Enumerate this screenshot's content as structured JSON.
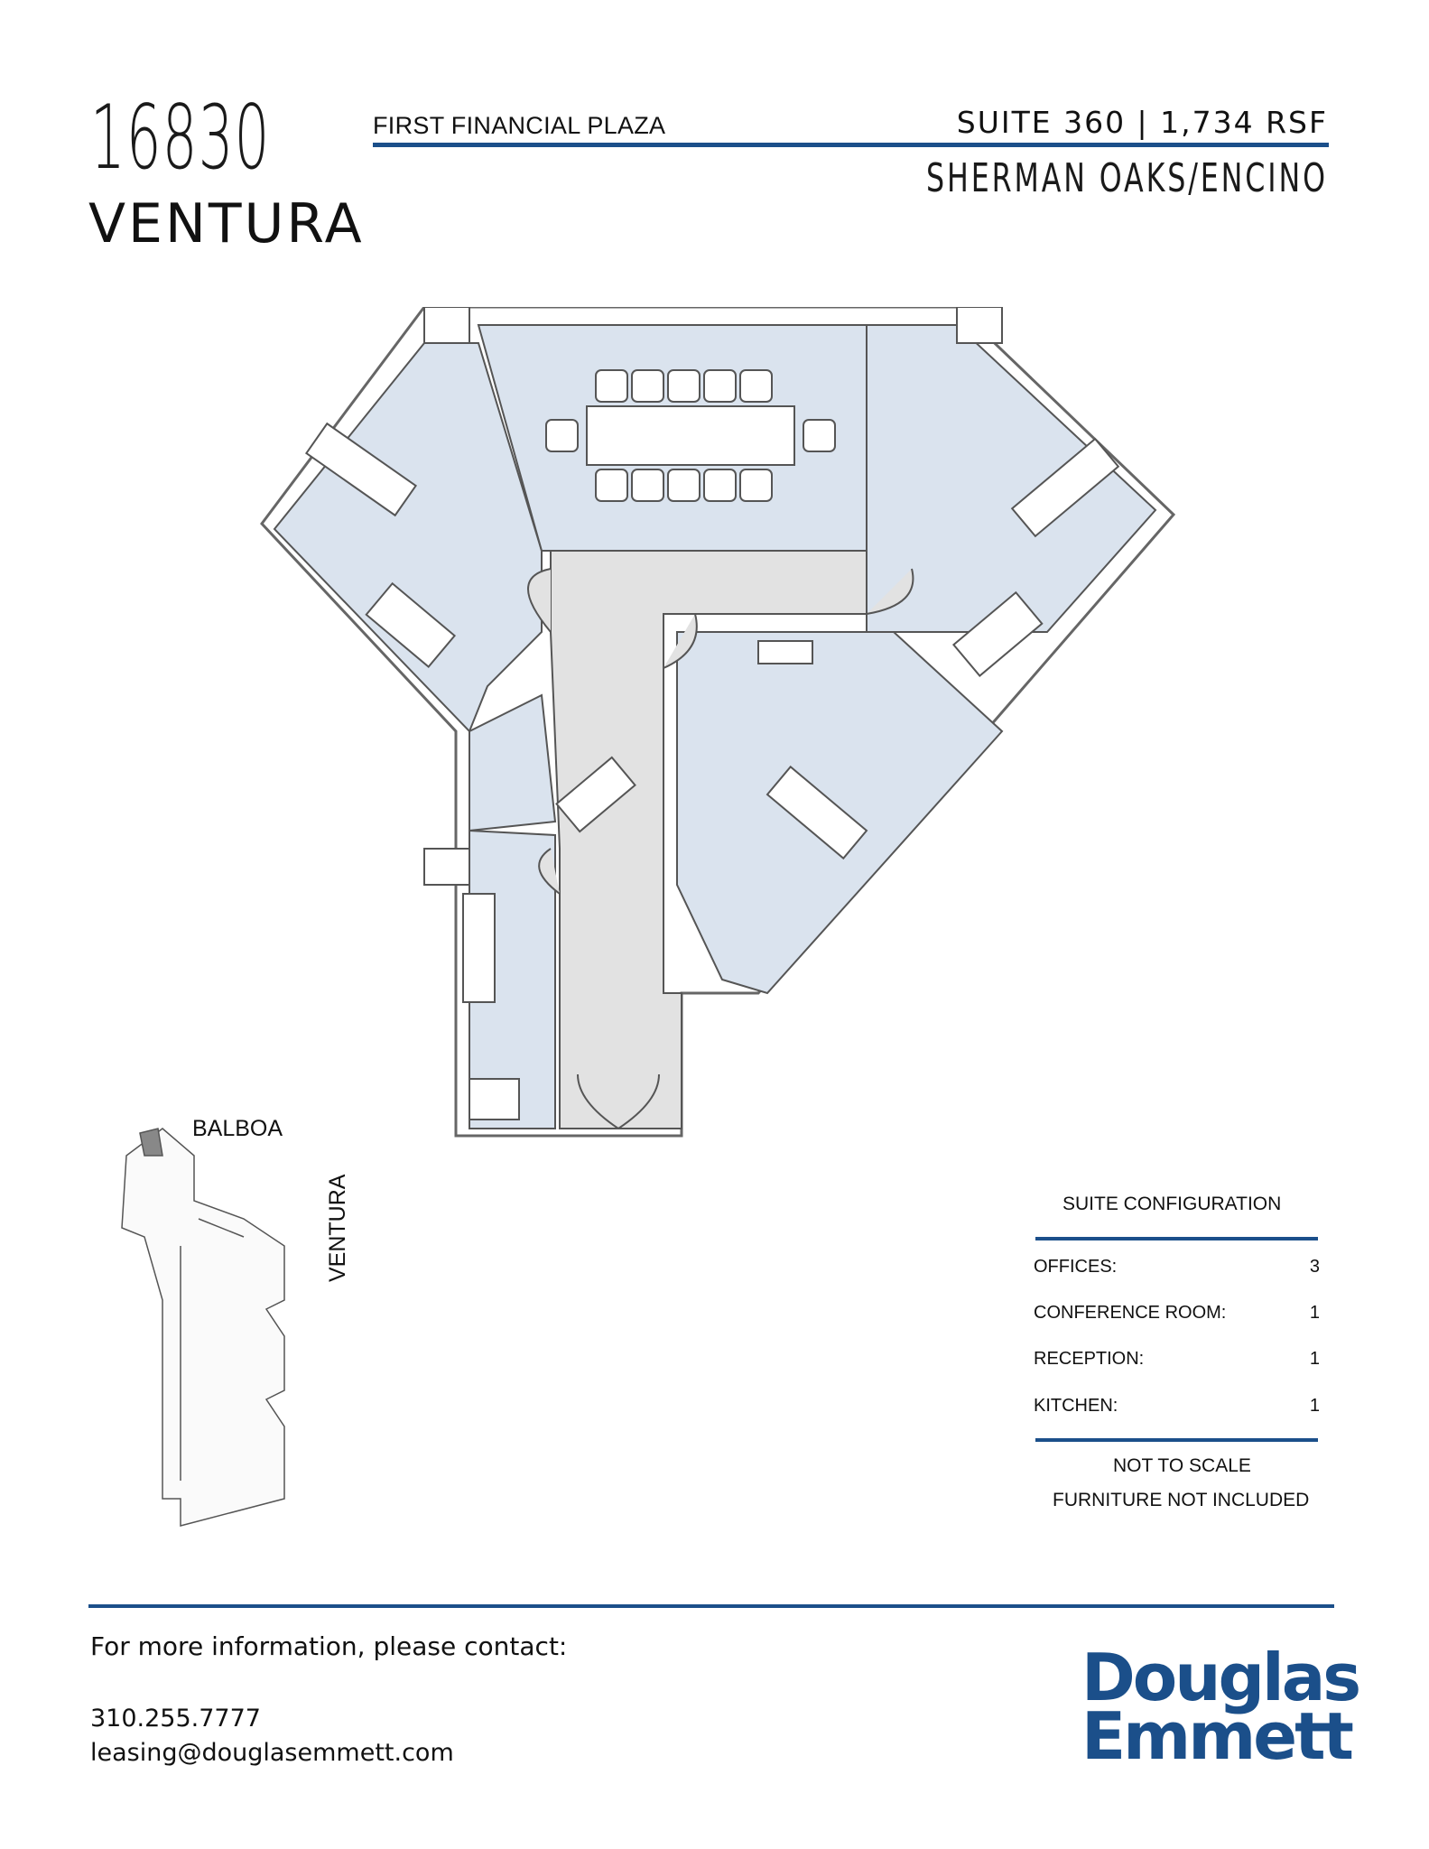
{
  "header": {
    "address_number": "16830",
    "address_street": "VENTURA",
    "building_name": "FIRST FINANCIAL PLAZA",
    "suite": "SUITE 360 | 1,734 RSF",
    "submarket": "SHERMAN OAKS/ENCINO"
  },
  "key_plan": {
    "street_1": "BALBOA",
    "street_2": "VENTURA"
  },
  "configuration": {
    "title": "SUITE CONFIGURATION",
    "rows": [
      {
        "label": "OFFICES:",
        "value": "3"
      },
      {
        "label": "CONFERENCE ROOM:",
        "value": "1"
      },
      {
        "label": "RECEPTION:",
        "value": "1"
      },
      {
        "label": "KITCHEN:",
        "value": "1"
      }
    ],
    "note_1": "NOT TO SCALE",
    "note_2": "FURNITURE NOT INCLUDED"
  },
  "footer": {
    "contact_heading": "For more information, please contact:",
    "phone": "310.255.7777",
    "email": "leasing@douglasemmett.com",
    "logo_line_1": "Douglas",
    "logo_line_2": "Emmett"
  },
  "colors": {
    "accent": "#1b4f8a",
    "room_fill": "#dae3ee",
    "corridor_fill": "#e2e2e2"
  }
}
